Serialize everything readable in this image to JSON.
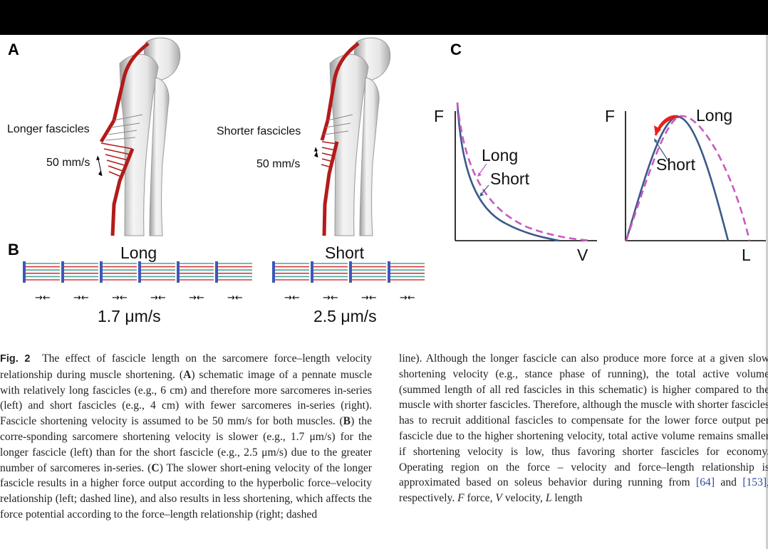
{
  "figure": {
    "panel_a": "A",
    "panel_b": "B",
    "panel_c": "C",
    "label_longer": "Longer fascicles",
    "label_shorter": "Shorter fascicles",
    "speed_left": "50 mm/s",
    "speed_right": "50 mm/s",
    "b_long": "Long",
    "b_short": "Short",
    "b_vel_long": "1.7 μm/s",
    "b_vel_short": "2.5 μm/s",
    "fv_y": "F",
    "fv_x": "V",
    "fv_long": "Long",
    "fv_short": "Short",
    "fl_y": "F",
    "fl_x": "L",
    "fl_long": "Long",
    "fl_short": "Short",
    "colors": {
      "muscle": "#b31b1b",
      "solid": "#3a5a8a",
      "dashed": "#c75bbf",
      "arrow": "#e8201d"
    }
  },
  "caption": {
    "fig_label": "Fig. 2",
    "left_lines": [
      "The effect of fascicle length on the sarcomere force–length",
      "velocity relationship during muscle shortening. (",
      "A",
      ") schematic image",
      "of a pennate muscle with relatively long fascicles (e.g., 6 cm) and",
      "therefore more sarcomeres in-series (left) and short fascicles (e.g.,",
      "4 cm) with fewer sarcomeres in-series (right). Fascicle shortening",
      "velocity is assumed to be 50 mm/s for both muscles. (",
      "B",
      ") the corre-",
      "sponding sarcomere shortening velocity is slower (e.g., 1.7 μm/s) for",
      "the longer fascicle (left) than for the short fascicle (e.g., 2.5 μm/s) due",
      "to the greater number of sarcomeres in-series. (",
      "C",
      ") The slower short-",
      "ening velocity of the longer fascicle results in a higher force output",
      "according to the hyperbolic force–velocity relationship (left; dashed",
      "line), and also results in less shortening, which affects the force",
      "potential according to the force–length relationship (right; dashed"
    ],
    "right_a": "line). Although the longer fascicle can also produce more force at a given slow shortening velocity (e.g., stance phase of running), the total active volume (summed length of all red fascicles in this schematic) is higher compared to the muscle with shorter fascicles. Therefore, although the muscle with shorter fascicles has to recruit additional fascicles to compensate for the lower force output per fascicle due to the higher shortening velocity, total active volume remains smaller if shortening velocity is low, thus favoring shorter fascicles for economy. Operating region on the force – velocity and force–length relationship is approximated based on soleus behavior during running from",
    "ref1": "[64]",
    "right_b": " and ",
    "ref2": "[153]",
    "right_c": ", respectively. ",
    "abbr_f": "F",
    "abbr_f_text": " force, ",
    "abbr_v": "V",
    "abbr_v_text": " velocity, ",
    "abbr_l": "L",
    "abbr_l_text": " length"
  }
}
